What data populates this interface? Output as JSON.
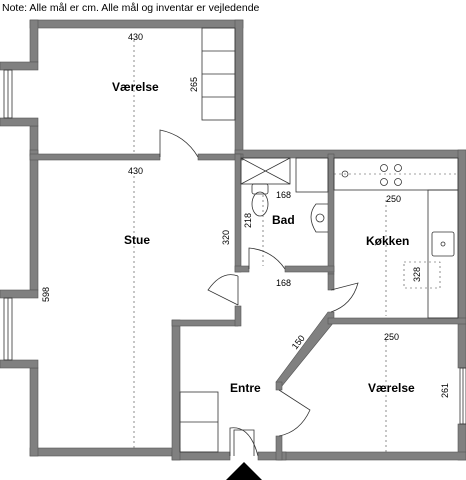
{
  "note": "Note: Alle mål er cm. Alle mål og inventar er vejledende",
  "rooms": {
    "vaerelse_top": "Værelse",
    "stue": "Stue",
    "bad": "Bad",
    "koekken": "Køkken",
    "entre": "Entre",
    "vaerelse_bottom": "Værelse"
  },
  "dimensions": {
    "top_room_width": "430",
    "top_room_depth": "265",
    "stue_width": "430",
    "stue_depth": "598",
    "stue_inner": "320",
    "bad_width": "168",
    "bad_depth": "218",
    "hall_width": "168",
    "kitchen_width": "250",
    "kitchen_depth": "328",
    "diagonal": "150",
    "bedroom_width": "250",
    "bedroom_depth": "261"
  },
  "entrance_marker": "entrance-arrow"
}
